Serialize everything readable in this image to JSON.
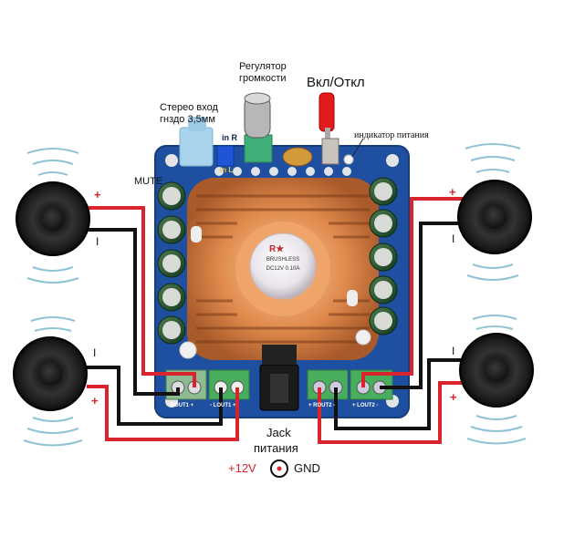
{
  "labels": {
    "volume_control": [
      "Регулятор",
      "громкости"
    ],
    "power_switch": "Вкл/Откл",
    "stereo_input": [
      "Стерео вход",
      "гнздо 3,5мм"
    ],
    "in_r": "in R",
    "in_l": "in L",
    "power_indicator": "индикатор питания",
    "mute": "MUTE",
    "power_jack": [
      "Jack",
      "питания"
    ],
    "plus_12v": "+12V",
    "gnd": "GND"
  },
  "terminals": [
    {
      "id": "rout1",
      "label": "- ROUT1 +"
    },
    {
      "id": "lout1",
      "label": "- LOUT1 +"
    },
    {
      "id": "rout2",
      "label": "+ ROUT2 -"
    },
    {
      "id": "lout2",
      "label": "+ LOUT2 -"
    }
  ],
  "speakers": [
    {
      "id": "top-left",
      "plus": "+",
      "minus": "I"
    },
    {
      "id": "top-right",
      "plus": "+",
      "minus": "I"
    },
    {
      "id": "bottom-left",
      "plus": "+",
      "minus": "I"
    },
    {
      "id": "bottom-right",
      "plus": "+",
      "minus": "I"
    }
  ],
  "colors": {
    "positive_wire": "#d9232d",
    "negative_wire": "#111111",
    "pcb": "#1f4fa0",
    "terminal": "#3aa55a",
    "heatsink": "#e79a5c"
  }
}
